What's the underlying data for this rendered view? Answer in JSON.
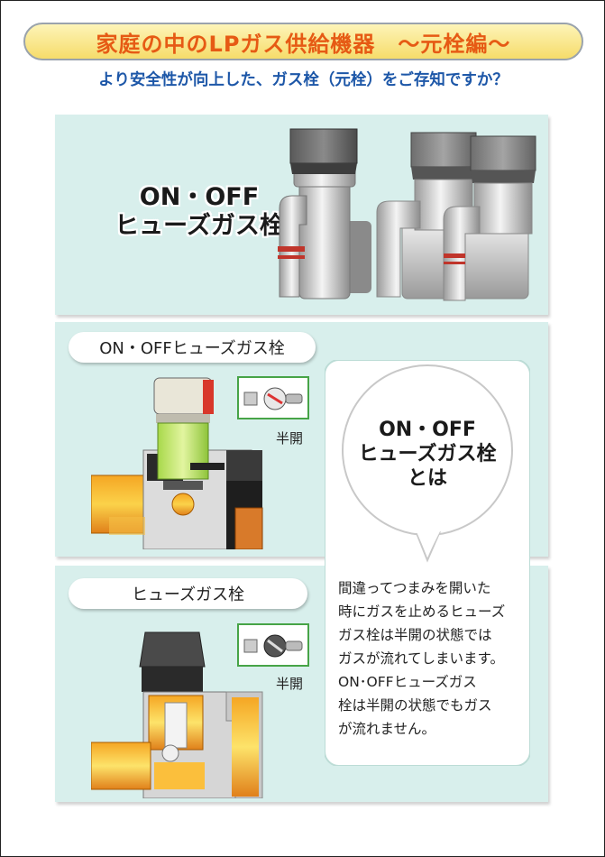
{
  "header": {
    "title": "家庭の中のLPガス供給機器　～元栓編～",
    "subtitle": "より安全性が向上した、ガス栓（元栓）をご存知ですか？"
  },
  "hero": {
    "label_line1": "ON・OFF",
    "label_line2": "ヒューズガス栓"
  },
  "section_onoff": {
    "label": "ON・OFFヒューズガス栓",
    "half_open": "半開"
  },
  "section_fuse": {
    "label": "ヒューズガス栓",
    "half_open": "半開"
  },
  "callout": {
    "heading_line1": "ON・OFF",
    "heading_line2": "ヒューズガス栓",
    "heading_line3": "とは",
    "description_lines": [
      "間違ってつまみを開いた",
      "時にガスを止めるヒューズ",
      "ガス栓は半開の状態では",
      "ガスが流れてしまいます。",
      "ON･OFFヒューズガス",
      "栓は半開の状態でもガス",
      "が流れません。"
    ]
  },
  "colors": {
    "title_text": "#e65a14",
    "subtitle_text": "#1d57a8",
    "panel_bg": "#d8efec",
    "banner_bg": "#f6dc6a",
    "inset_border": "#47a447"
  }
}
